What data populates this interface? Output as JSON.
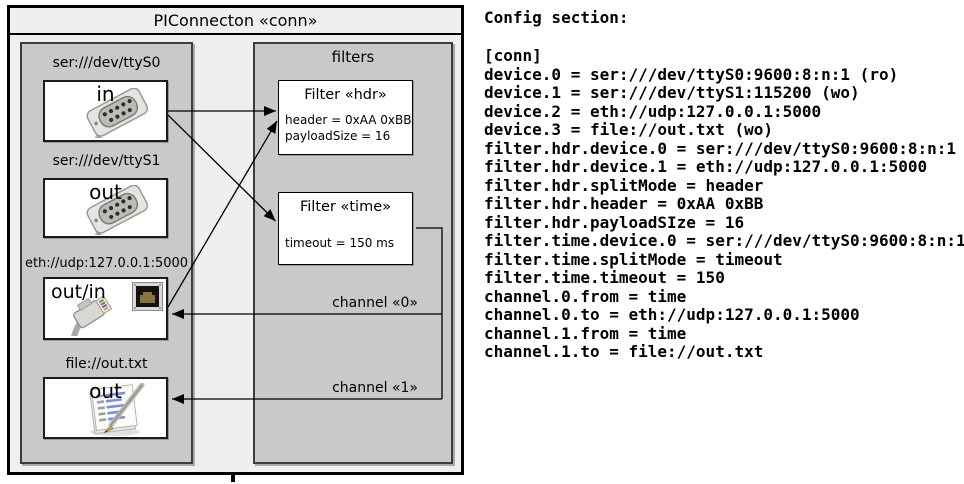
{
  "diagram": {
    "title": "PIConnecton «conn»",
    "devices_panel": {
      "devices": [
        {
          "label": "ser:///dev/ttyS0",
          "direction": "in",
          "icon": "serial-connector"
        },
        {
          "label": "ser:///dev/ttyS1",
          "direction": "out",
          "icon": "serial-connector"
        },
        {
          "label": "eth://udp:127.0.0.1:5000",
          "direction": "out/in",
          "icon": "ethernet-connector"
        },
        {
          "label": "file://out.txt",
          "direction": "out",
          "icon": "notepad-file"
        }
      ]
    },
    "filters_panel": {
      "title": "filters",
      "filters": [
        {
          "title": "Filter «hdr»",
          "lines": [
            "header = 0xAA 0xBB",
            "payloadSize = 16"
          ]
        },
        {
          "title": "Filter «time»",
          "lines": [
            "timeout = 150 ms"
          ]
        }
      ]
    },
    "channels": [
      {
        "label": "channel «0»"
      },
      {
        "label": "channel «1»"
      }
    ]
  },
  "config": {
    "title": "Config section:",
    "lines": [
      "[conn]",
      "device.0 = ser:///dev/ttyS0:9600:8:n:1 (ro)",
      "device.1 = ser:///dev/ttyS1:115200 (wo)",
      "device.2 = eth://udp:127.0.0.1:5000",
      "device.3 = file://out.txt (wo)",
      "filter.hdr.device.0 = ser:///dev/ttyS0:9600:8:n:1",
      "filter.hdr.device.1 = eth://udp:127.0.0.1:5000",
      "filter.hdr.splitMode = header",
      "filter.hdr.header = 0xAA 0xBB",
      "filter.hdr.payloadSIze = 16",
      "filter.time.device.0 = ser:///dev/ttyS0:9600:8:n:1",
      "filter.time.splitMode = timeout",
      "filter.time.timeout = 150",
      "channel.0.from = time",
      "channel.0.to = eth://udp:127.0.0.1:5000",
      "channel.1.from = time",
      "channel.1.to = file://out.txt"
    ]
  },
  "colors": {
    "outer_fill": "#efefef",
    "panel_fill": "#c9c9c9",
    "box_fill": "#ffffff",
    "line": "#000000"
  }
}
